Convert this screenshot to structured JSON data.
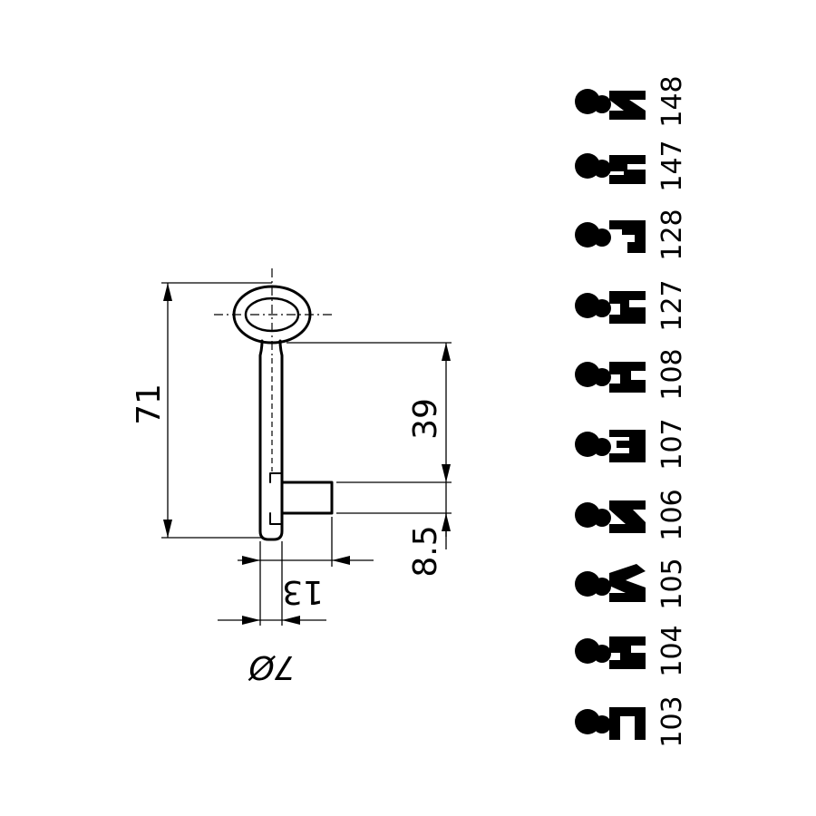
{
  "dimensions": {
    "overall_length": "71",
    "bit_to_bow": "39",
    "bit_height": "8.5",
    "bit_width": "13",
    "shank_diameter": "7Ø"
  },
  "ward_codes": [
    "148",
    "147",
    "128",
    "127",
    "108",
    "107",
    "106",
    "105",
    "104",
    "103"
  ]
}
